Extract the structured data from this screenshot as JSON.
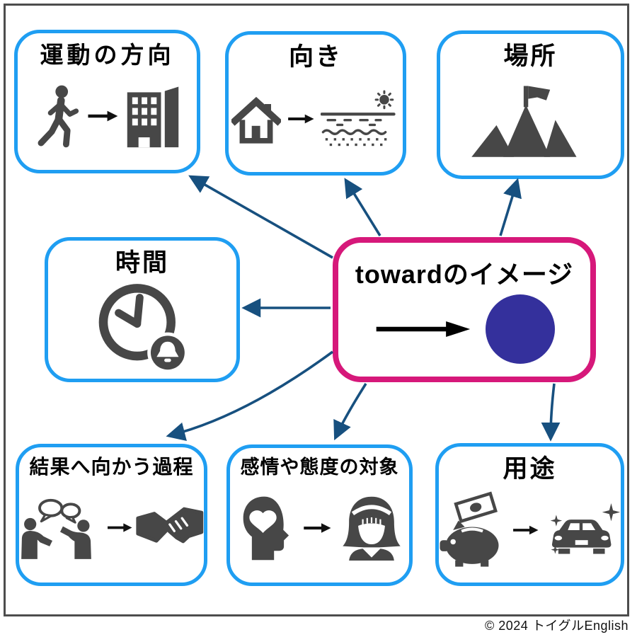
{
  "frame": {
    "border_color": "#4d4d4d"
  },
  "footer": {
    "copyright": "© 2024 トイグルEnglish"
  },
  "center": {
    "title": "towardのイメージ",
    "border_color": "#d6187a",
    "circle_color": "#34309c",
    "arrow_icon": "right-arrow"
  },
  "nodes": {
    "motion": {
      "label": "運動の方向",
      "icons": [
        "walking-person",
        "right-arrow",
        "office-building"
      ]
    },
    "facing": {
      "label": "向き",
      "icons": [
        "house",
        "right-arrow",
        "beach-with-sun"
      ]
    },
    "place": {
      "label": "場所",
      "icons": [
        "mountain-summit-flag"
      ]
    },
    "time": {
      "label": "時間",
      "icons": [
        "clock-with-bell"
      ]
    },
    "process": {
      "label": "結果へ向かう過程",
      "icons": [
        "two-people-talking",
        "right-arrow",
        "handshake"
      ]
    },
    "emotion": {
      "label": "感情や態度の対象",
      "icons": [
        "head-with-heart",
        "right-arrow",
        "girl"
      ]
    },
    "purpose": {
      "label": "用途",
      "icons": [
        "piggy-bank-with-bill",
        "right-arrow",
        "sparkling-car"
      ]
    }
  },
  "connectors": {
    "color": "#17507f",
    "from": "center",
    "targets": [
      "motion",
      "facing",
      "place",
      "time",
      "process",
      "emotion",
      "purpose"
    ]
  },
  "colors": {
    "node_border": "#1f9ef2",
    "icon": "#474747",
    "background": "#ffffff"
  }
}
